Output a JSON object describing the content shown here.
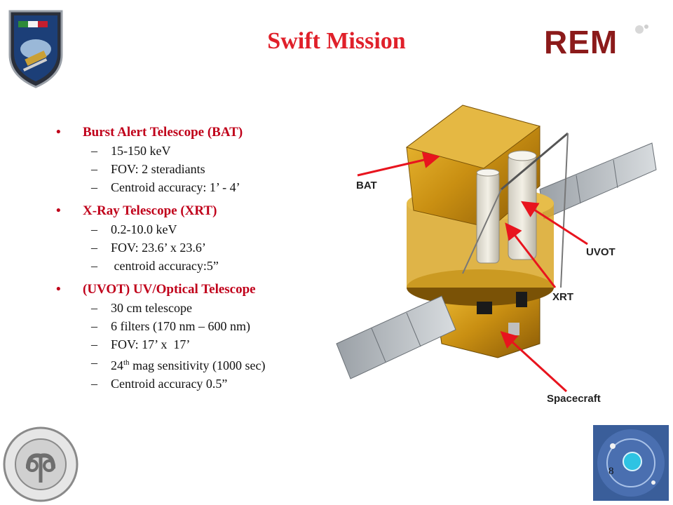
{
  "slide": {
    "title": "Swift Mission",
    "page_number": "8",
    "rem_logo_text": "REM",
    "sections": [
      {
        "heading": "Burst Alert Telescope (BAT)",
        "items": [
          "15-150 keV",
          "FOV: 2 steradiants",
          "Centroid accuracy: 1’ - 4’"
        ]
      },
      {
        "heading": "X-Ray Telescope (XRT)",
        "items": [
          "0.2-10.0 keV",
          "FOV: 23.6’ x 23.6’",
          " centroid accuracy:5”"
        ]
      },
      {
        "heading": "(UVOT) UV/Optical Telescope",
        "items": [
          "30 cm telescope",
          "6 filters (170 nm – 600 nm)",
          "FOV: 17’ x  17’",
          "24",
          "Centroid accuracy 0.5”"
        ]
      }
    ],
    "mag_suffix_sup": "th",
    "mag_suffix_rest": " mag sensitivity (1000 sec)",
    "dash": "–",
    "bullet": "•",
    "diagram_labels": {
      "bat": "BAT",
      "uvot": "UVOT",
      "xrt": "XRT",
      "spacecraft": "Spacecraft"
    },
    "colors": {
      "title": "#e0202a",
      "heading": "#c0001a",
      "arrow": "#e8141e",
      "rem": "#8b1a1a"
    },
    "icons": {
      "mission_patch": "shield-icon",
      "university_seal": "seal-icon",
      "inaf_logo": "inaf-icon"
    }
  }
}
